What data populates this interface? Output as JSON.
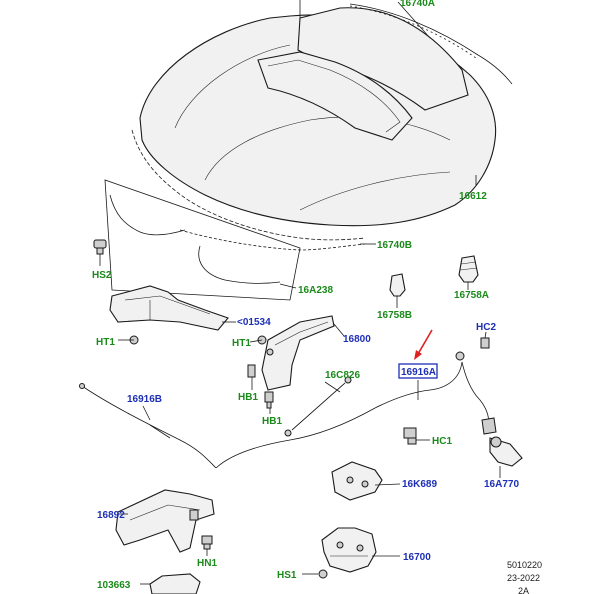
{
  "labels": {
    "top_part": "16740A",
    "hood": "16612",
    "seal_upper": "16740B",
    "seal_lower": "16A238",
    "hs2": "HS2",
    "cover": "<01534",
    "ht1_left": "HT1",
    "ht1_right": "HT1",
    "hinge": "16800",
    "strut": "16C826",
    "hb1_left": "HB1",
    "hb1_right": "HB1",
    "bumper_758b": "16758B",
    "bumper_758a": "16758A",
    "cable_a": "16916A",
    "hc2": "HC2",
    "hc1": "HC1",
    "cable_b": "16916B",
    "latch_k689": "16K689",
    "latch_770": "16A770",
    "bracket_892": "16892",
    "hn1": "HN1",
    "latch_700": "16700",
    "hs1": "HS1",
    "bottom_part": "103663"
  },
  "footer": {
    "ref_code": "5010220",
    "date": "23-2022",
    "page": "2A"
  },
  "colors": {
    "reference_label": "#1a8a1a",
    "part_number_label": "#1d2fb5",
    "highlight_arrow": "#e02020"
  },
  "icons": {
    "pointer": "red-arrow-icon"
  }
}
